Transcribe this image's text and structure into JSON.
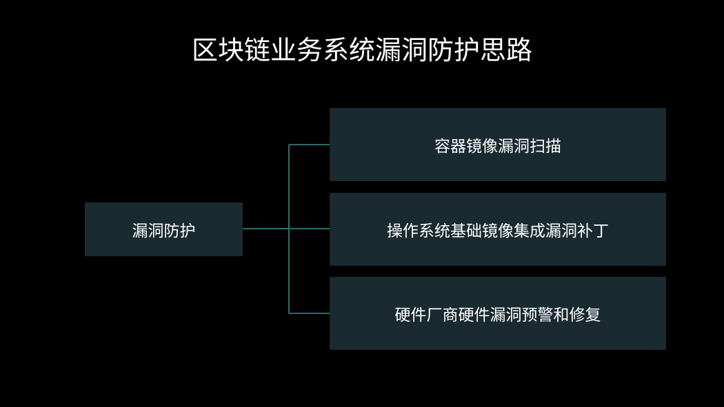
{
  "title": "区块链业务系统漏洞防护思路",
  "root": {
    "label": "漏洞防护"
  },
  "children": [
    {
      "label": "容器镜像漏洞扫描"
    },
    {
      "label": "操作系统基础镜像集成漏洞补丁"
    },
    {
      "label": "硬件厂商硬件漏洞预警和修复"
    }
  ],
  "colors": {
    "background": "#000000",
    "box_fill": "#192a30",
    "connector": "#2e6b6a",
    "text": "#ffffff"
  }
}
